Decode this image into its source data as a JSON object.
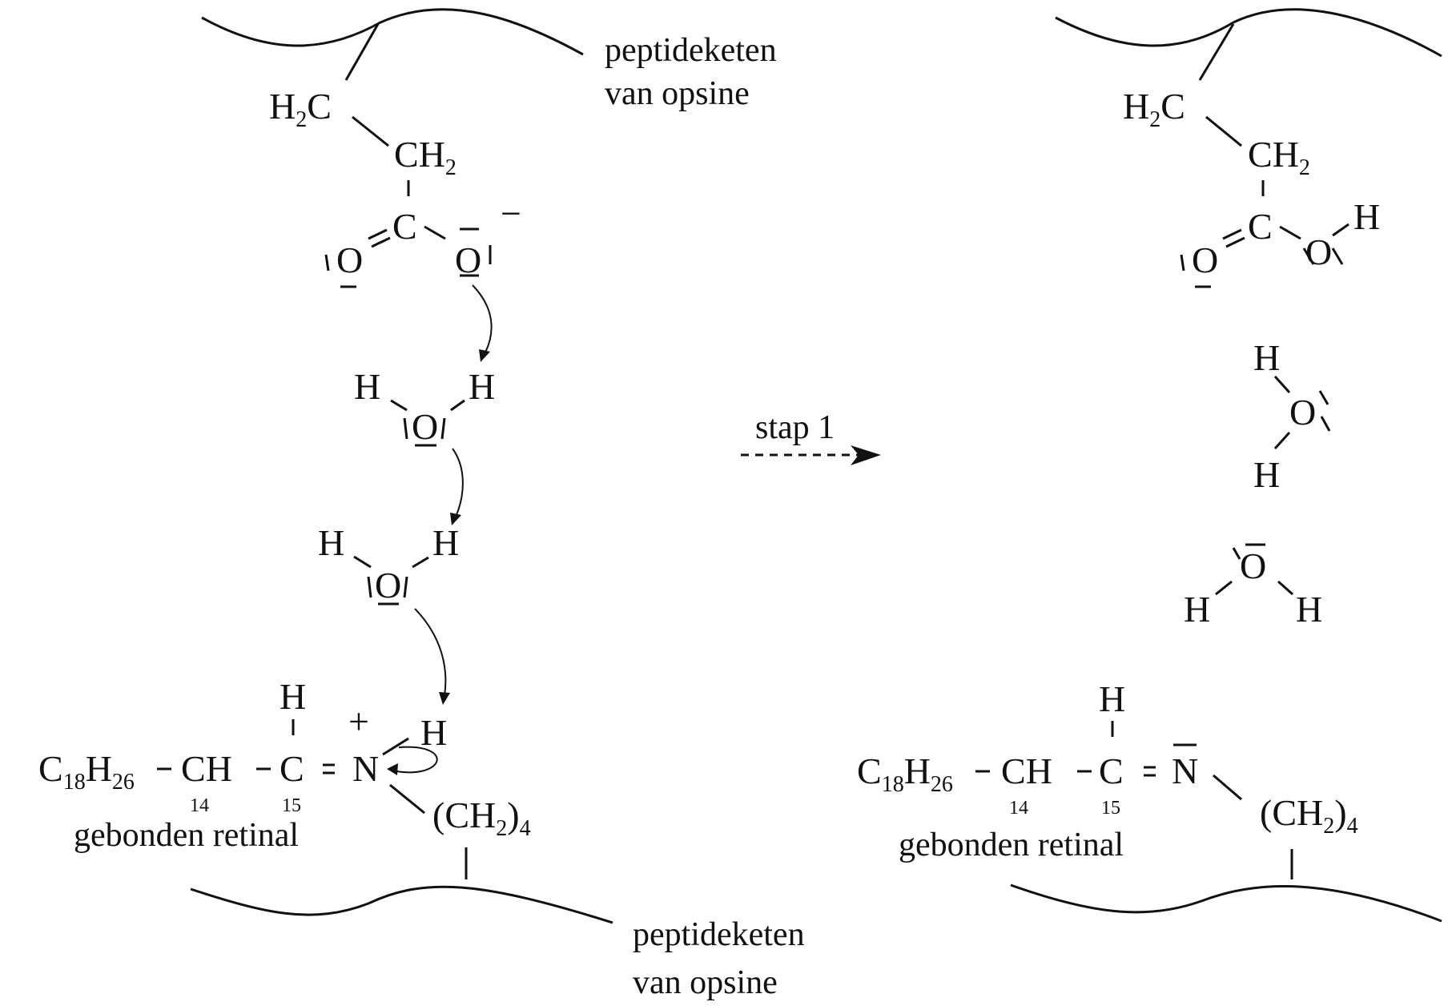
{
  "labels": {
    "peptide_chain": [
      "peptideketen",
      "van opsine"
    ],
    "bound_retinal": "gebonden retinal",
    "step": "stap 1"
  },
  "atoms": {
    "H": "H",
    "C": "C",
    "O": "O",
    "N": "N",
    "two": "2",
    "four": "4",
    "eighteen": "18",
    "twenty_six": "26",
    "open_paren": "(",
    "close_paren": ")"
  },
  "charges": {
    "minus": "−",
    "plus": "+"
  },
  "carbon_numbers": [
    "14",
    "15"
  ],
  "colors": {
    "ink": "#111111",
    "background": "#ffffff"
  }
}
